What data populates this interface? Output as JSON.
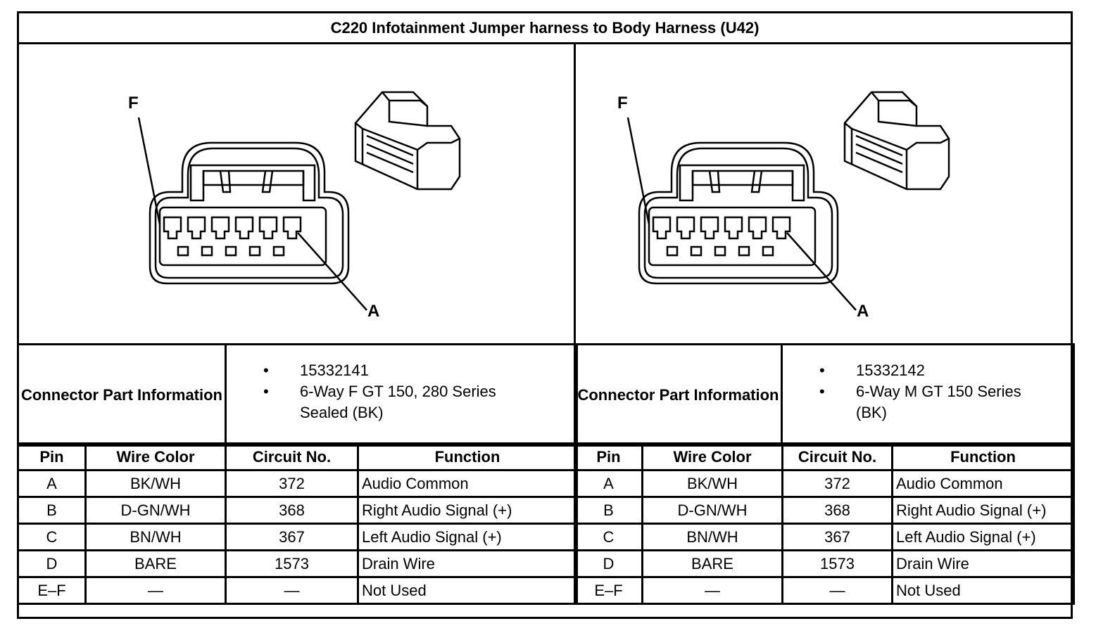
{
  "title": "C220 Infotainment Jumper harness to Body Harness (U42)",
  "connectors": [
    {
      "callout_top": "F",
      "callout_bottom": "A",
      "part_info_label": "Connector Part Information",
      "part_info": [
        "15332141",
        "6-Way F GT 150, 280 Series Sealed (BK)"
      ],
      "headers": {
        "pin": "Pin",
        "wire_color": "Wire Color",
        "circuit": "Circuit No.",
        "function": "Function"
      },
      "rows": [
        {
          "pin": "A",
          "wire_color": "BK/WH",
          "circuit": "372",
          "function": "Audio Common"
        },
        {
          "pin": "B",
          "wire_color": "D-GN/WH",
          "circuit": "368",
          "function": "Right Audio Signal (+)"
        },
        {
          "pin": "C",
          "wire_color": "BN/WH",
          "circuit": "367",
          "function": "Left Audio Signal (+)"
        },
        {
          "pin": "D",
          "wire_color": "BARE",
          "circuit": "1573",
          "function": "Drain Wire"
        },
        {
          "pin": "E–F",
          "wire_color": "—",
          "circuit": "—",
          "function": "Not Used"
        }
      ]
    },
    {
      "callout_top": "F",
      "callout_bottom": "A",
      "part_info_label": "Connector Part Information",
      "part_info": [
        "15332142",
        "6-Way M GT 150 Series (BK)"
      ],
      "headers": {
        "pin": "Pin",
        "wire_color": "Wire Color",
        "circuit": "Circuit No.",
        "function": "Function"
      },
      "rows": [
        {
          "pin": "A",
          "wire_color": "BK/WH",
          "circuit": "372",
          "function": "Audio Common"
        },
        {
          "pin": "B",
          "wire_color": "D-GN/WH",
          "circuit": "368",
          "function": "Right Audio Signal (+)"
        },
        {
          "pin": "C",
          "wire_color": "BN/WH",
          "circuit": "367",
          "function": "Left Audio Signal (+)"
        },
        {
          "pin": "D",
          "wire_color": "BARE",
          "circuit": "1573",
          "function": "Drain Wire"
        },
        {
          "pin": "E–F",
          "wire_color": "—",
          "circuit": "—",
          "function": "Not Used"
        }
      ]
    }
  ]
}
